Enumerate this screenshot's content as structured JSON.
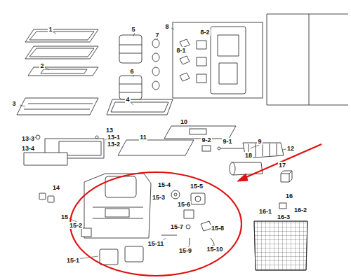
{
  "diagram": {
    "labels": [
      "1",
      "2",
      "3",
      "4",
      "5",
      "6",
      "7",
      "8",
      "8-2",
      "8-1",
      "9",
      "9-2",
      "9-1",
      "10",
      "11",
      "12",
      "13",
      "13-3",
      "13-1",
      "13-2",
      "13-4",
      "14",
      "15",
      "15-2",
      "15-4",
      "15-5",
      "15-3",
      "15-6",
      "15-7",
      "15-8",
      "15-1",
      "15-11",
      "15-9",
      "15-10",
      "16",
      "16-1",
      "16-2",
      "16-3",
      "17",
      "18"
    ]
  }
}
